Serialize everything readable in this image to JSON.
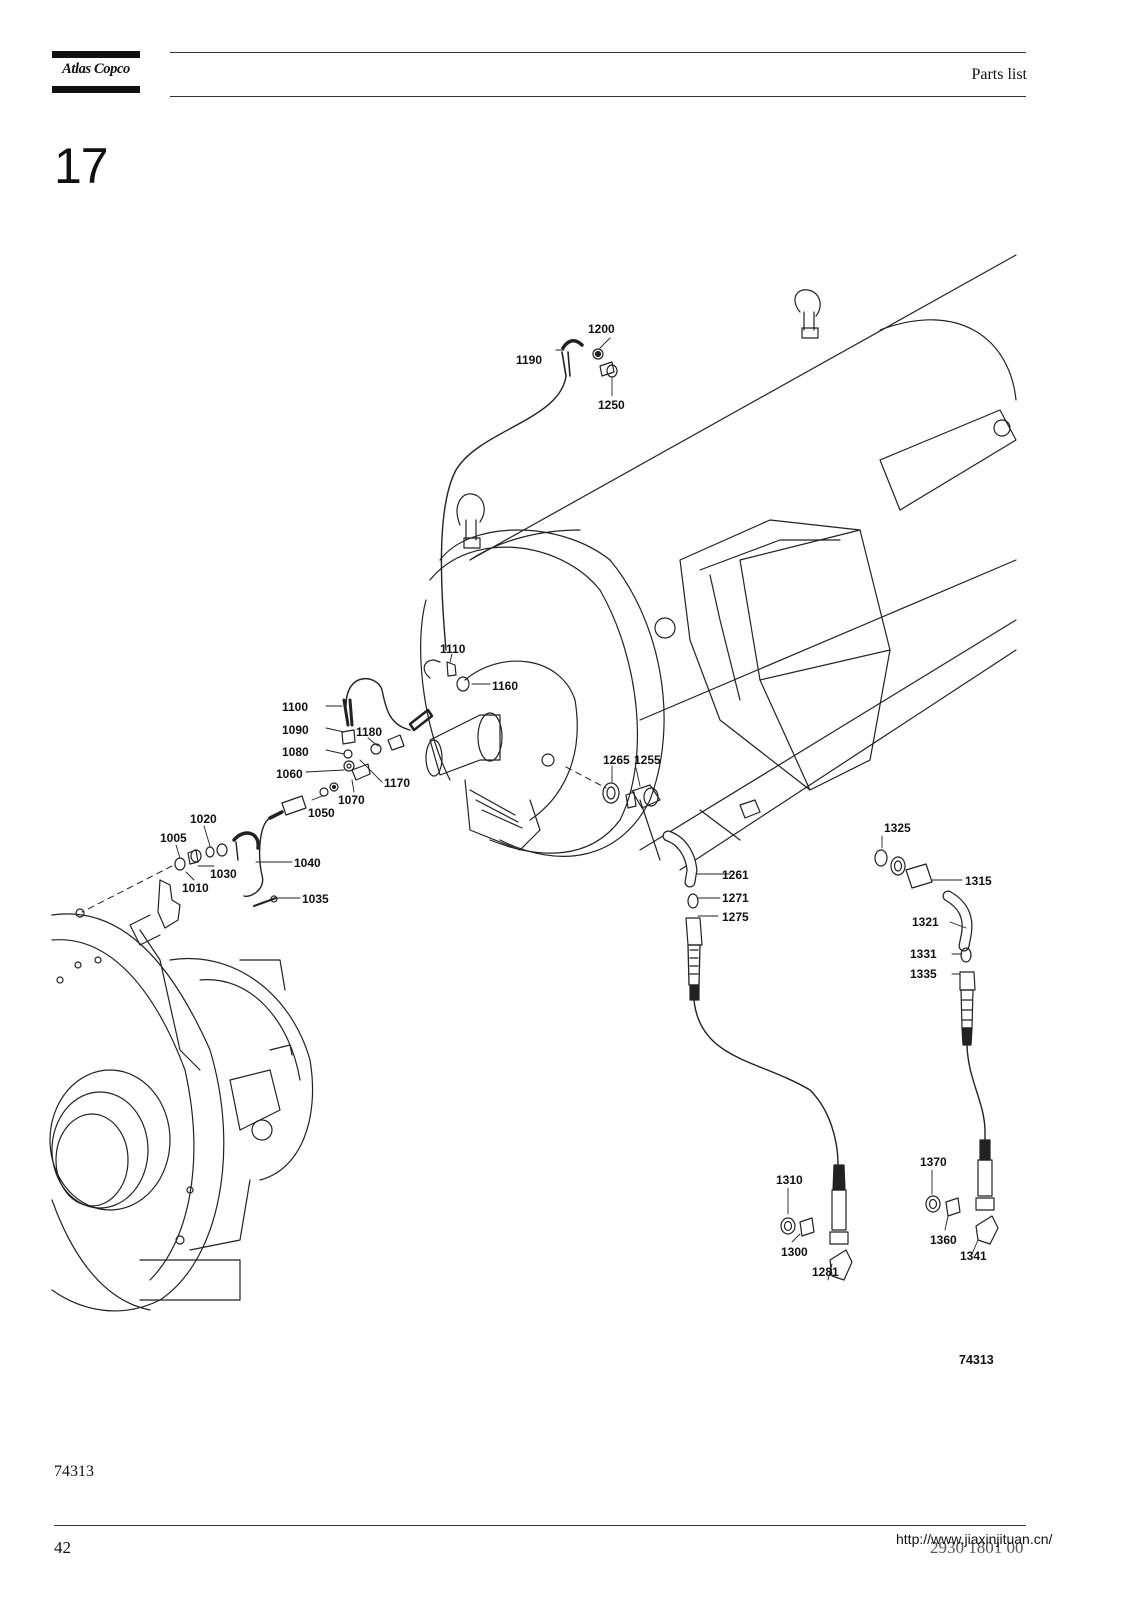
{
  "header": {
    "logo_text": "Atlas Copco",
    "title": "Parts list"
  },
  "section_number": "17",
  "figure": {
    "code_inline": "74313",
    "callouts": [
      "1200",
      "1190",
      "1250",
      "1110",
      "1160",
      "1100",
      "1090",
      "1180",
      "1080",
      "1060",
      "1070",
      "1170",
      "1050",
      "1265",
      "1255",
      "1020",
      "1005",
      "1030",
      "1010",
      "1040",
      "1035",
      "1325",
      "1261",
      "1315",
      "1271",
      "1275",
      "1321",
      "1331",
      "1335",
      "1310",
      "1370",
      "1300",
      "1281",
      "1360",
      "1341"
    ]
  },
  "figure_reference": "74313",
  "footer": {
    "page_number": "42",
    "document_number": "2930 1801 00",
    "watermark": "http://www.jiaxinjituan.cn/"
  }
}
